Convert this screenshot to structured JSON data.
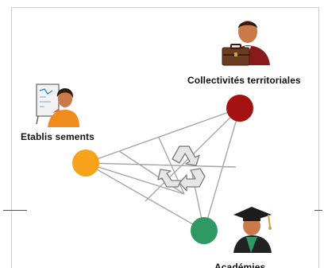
{
  "nodes": {
    "collectivites": {
      "label": "Collectivités territoriales",
      "color": "#a31111",
      "icon": "businessman-briefcase-icon"
    },
    "etablissements": {
      "label": "Etablis sements",
      "color": "#f7a21b",
      "icon": "teacher-board-icon"
    },
    "academies": {
      "label": "Académies",
      "color": "#2e9962",
      "icon": "graduate-icon"
    }
  },
  "center_icon": "recycle-icon",
  "colors": {
    "lines": "#a6a6a6",
    "frame": "#cfcfcf",
    "rule": "#555555"
  }
}
